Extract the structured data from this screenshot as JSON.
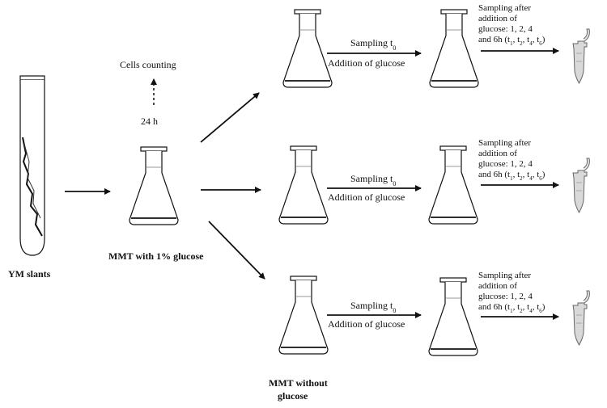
{
  "labels": {
    "slants": "YM slants",
    "flask_main": "MMT with 1% glucose",
    "no_glucose_l1": "MMT without",
    "no_glucose_l2": "glucose",
    "cells_counting": "Cells counting",
    "time_24h": "24 h"
  },
  "branches": [
    {
      "sampling": "Sampling",
      "t0_sub": "0",
      "addition": "Addition of glucose",
      "after_lines": [
        "Sampling after",
        "addition of",
        "glucose: 1, 2, 4"
      ],
      "times_prefix": "and 6h (t",
      "times_subs": [
        "1",
        "2",
        "4",
        "6"
      ]
    },
    {
      "sampling": "Sampling",
      "t0_sub": "0",
      "addition": "Addition of glucose",
      "after_lines": [
        "Sampling after",
        "addition of",
        "glucose: 1, 2, 4"
      ],
      "times_prefix": "and 6h (t",
      "times_subs": [
        "1",
        "2",
        "4",
        "6"
      ]
    },
    {
      "sampling": "Sampling",
      "t0_sub": "0",
      "addition": "Addition of glucose",
      "after_lines": [
        "Sampling after",
        "addition of",
        "glucose: 1, 2, 4"
      ],
      "times_prefix": "and 6h (t",
      "times_subs": [
        "1",
        "2",
        "4",
        "6"
      ]
    }
  ],
  "colors": {
    "line": "#111111",
    "tube_fill": "#d9d9d9"
  }
}
